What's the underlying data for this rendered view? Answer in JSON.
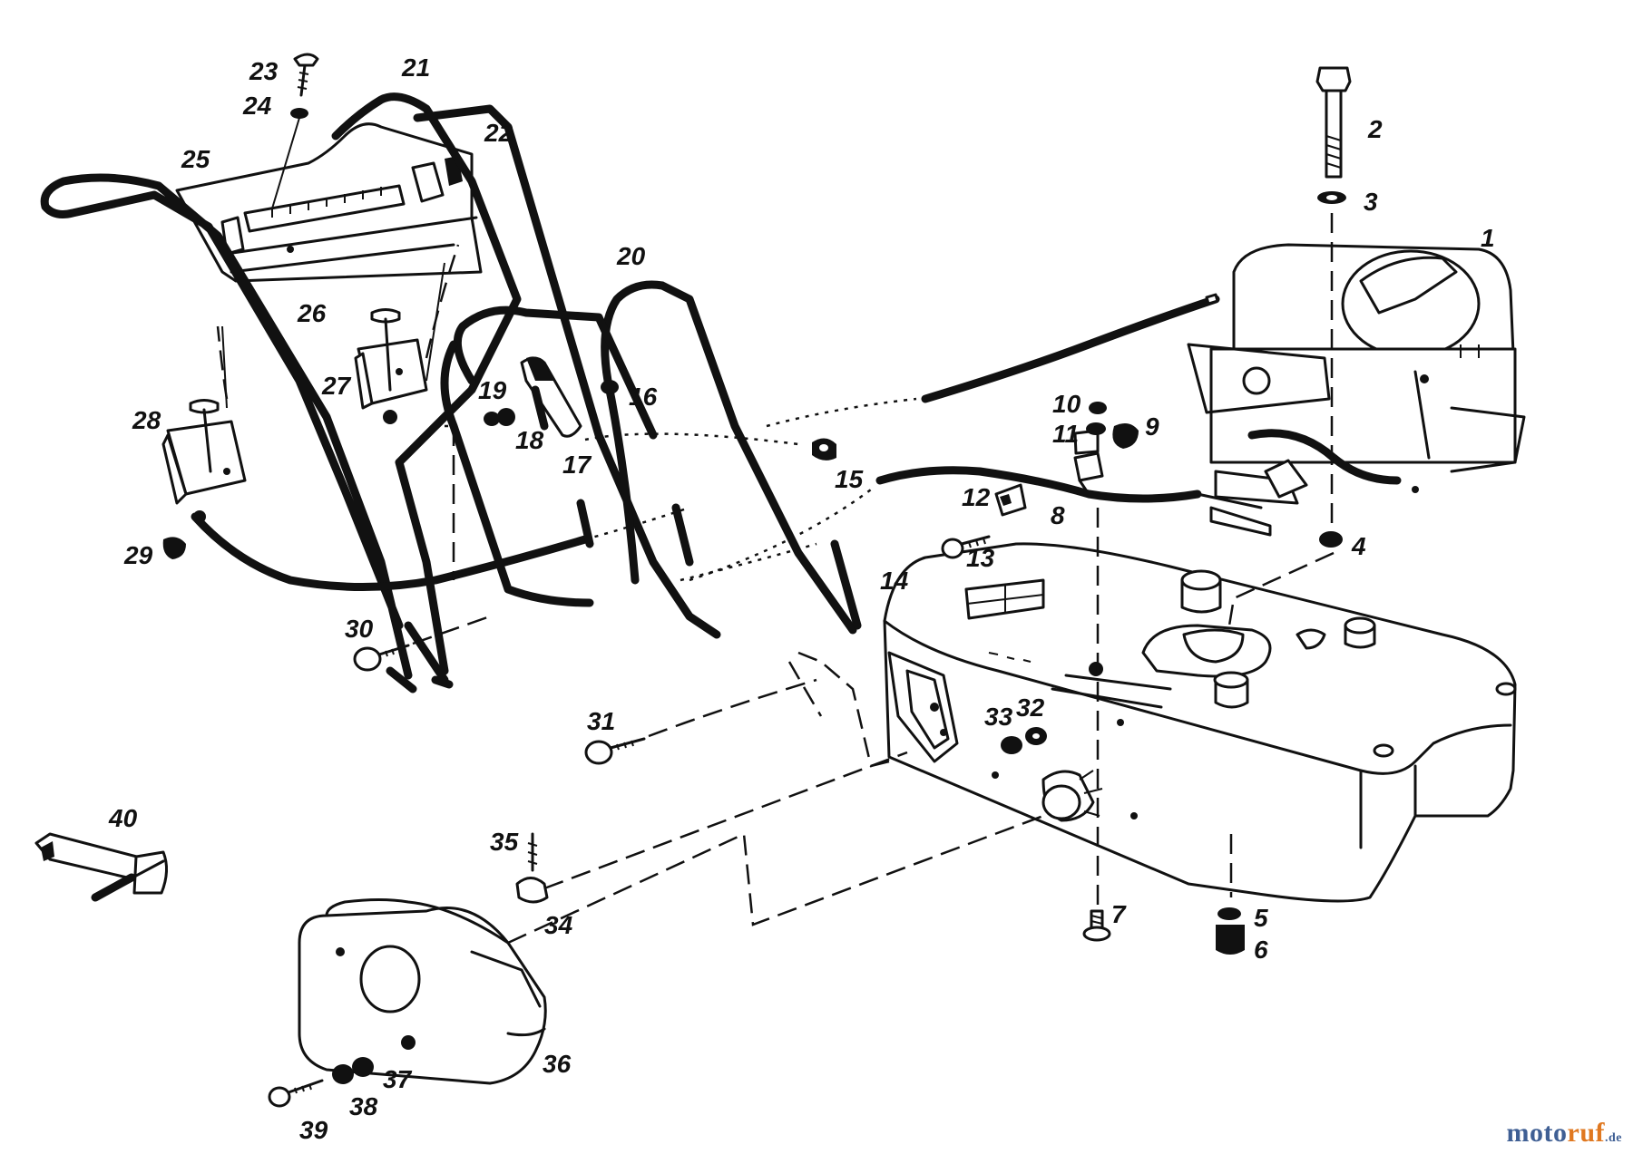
{
  "diagram": {
    "callouts": [
      {
        "id": "1",
        "label": "1"
      },
      {
        "id": "2",
        "label": "2"
      },
      {
        "id": "3",
        "label": "3"
      },
      {
        "id": "4",
        "label": "4"
      },
      {
        "id": "5",
        "label": "5"
      },
      {
        "id": "6",
        "label": "6"
      },
      {
        "id": "7",
        "label": "7"
      },
      {
        "id": "8",
        "label": "8"
      },
      {
        "id": "9",
        "label": "9"
      },
      {
        "id": "10",
        "label": "10"
      },
      {
        "id": "11",
        "label": "11"
      },
      {
        "id": "12",
        "label": "12"
      },
      {
        "id": "13",
        "label": "13"
      },
      {
        "id": "14",
        "label": "14"
      },
      {
        "id": "15",
        "label": "15"
      },
      {
        "id": "16",
        "label": "16"
      },
      {
        "id": "17",
        "label": "17"
      },
      {
        "id": "18",
        "label": "18"
      },
      {
        "id": "19",
        "label": "19"
      },
      {
        "id": "20",
        "label": "20"
      },
      {
        "id": "21",
        "label": "21"
      },
      {
        "id": "22",
        "label": "22"
      },
      {
        "id": "23",
        "label": "23"
      },
      {
        "id": "24",
        "label": "24"
      },
      {
        "id": "25",
        "label": "25"
      },
      {
        "id": "26",
        "label": "26"
      },
      {
        "id": "27",
        "label": "27"
      },
      {
        "id": "28",
        "label": "28"
      },
      {
        "id": "29",
        "label": "29"
      },
      {
        "id": "30",
        "label": "30"
      },
      {
        "id": "31",
        "label": "31"
      },
      {
        "id": "32",
        "label": "32"
      },
      {
        "id": "33",
        "label": "33"
      },
      {
        "id": "34",
        "label": "34"
      },
      {
        "id": "35",
        "label": "35"
      },
      {
        "id": "36",
        "label": "36"
      },
      {
        "id": "37",
        "label": "37"
      },
      {
        "id": "38",
        "label": "38"
      },
      {
        "id": "39",
        "label": "39"
      },
      {
        "id": "40",
        "label": "40"
      }
    ]
  },
  "watermark": {
    "part1": "moto",
    "part2": "ruf",
    "part3": ".de"
  },
  "colors": {
    "ink": "#111111",
    "background": "#ffffff",
    "brand_blue": "#3f5f94",
    "brand_orange": "#e07820"
  }
}
